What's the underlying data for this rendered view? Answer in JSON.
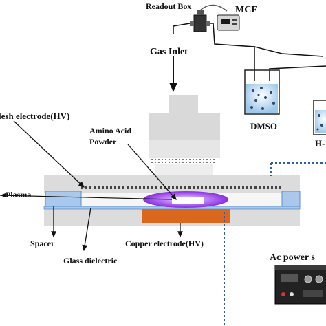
{
  "labels": {
    "readout_box": "Readout Box",
    "mcf": "MCF",
    "gas_inlet": "Gas Inlet",
    "dmso": "DMSO",
    "h2o": "H-",
    "mesh_electrode": "lesh electrode(HV)",
    "amino_acid": "Amino Acid",
    "powder": "Powder",
    "plasma": "Plasma",
    "spacer": "Spacer",
    "glass_dielectric": "Glass dielectric",
    "copper_electrode": "Copper  electrode(HV)",
    "ac_power": "Ac power s"
  },
  "colors": {
    "plasma_glow": "#8a2be2",
    "copper": "#d9671e",
    "glass": "#a9c8ec",
    "housing": "#d9d9d9",
    "power_box_border": "#2e5fa8"
  },
  "icons": {
    "flow_controller": "flow-controller-icon",
    "readout_display": "readout-display-icon",
    "power_supply": "power-supply-icon"
  }
}
